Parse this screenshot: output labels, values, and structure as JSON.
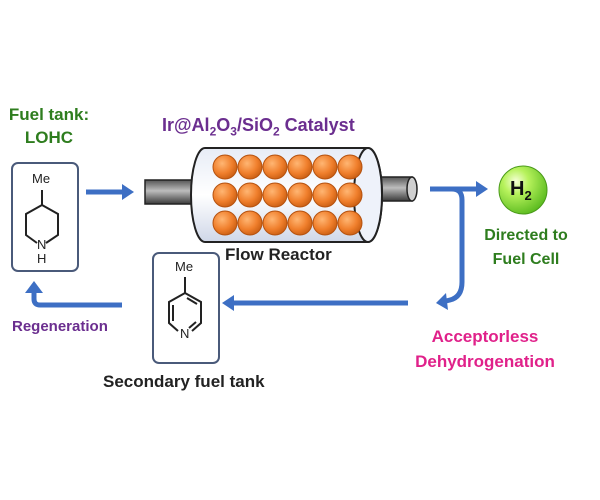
{
  "labels": {
    "fuel_tank_line1": "Fuel tank:",
    "fuel_tank_line2": "LOHC",
    "catalyst_prefix": "Ir@Al",
    "catalyst_sub1": "2",
    "catalyst_mid1": "O",
    "catalyst_sub2": "3",
    "catalyst_mid2": "/SiO",
    "catalyst_sub3": "2",
    "catalyst_suffix": " Catalyst",
    "flow_reactor": "Flow Reactor",
    "h2_main": "H",
    "h2_sub": "2",
    "directed_line1": "Directed to",
    "directed_line2": "Fuel Cell",
    "regeneration": "Regeneration",
    "acceptorless_line1": "Acceptorless",
    "acceptorless_line2": "Dehydrogenation",
    "secondary_tank": "Secondary fuel tank"
  },
  "molecules": {
    "piperidine": {
      "substituent": "Me",
      "heteroatom_line1": "N",
      "heteroatom_line2": "H"
    },
    "pyridine": {
      "substituent": "Me",
      "heteroatom": "N"
    }
  },
  "colors": {
    "green_text": "#2e7d1e",
    "purple_text": "#6b2e8f",
    "magenta_text": "#e0218a",
    "black_text": "#222222",
    "arrow_blue": "#3d6fc4",
    "ball_orange": "#f07f2c",
    "h2_green": "#8fe02a",
    "box_border": "#4a5a7a"
  }
}
